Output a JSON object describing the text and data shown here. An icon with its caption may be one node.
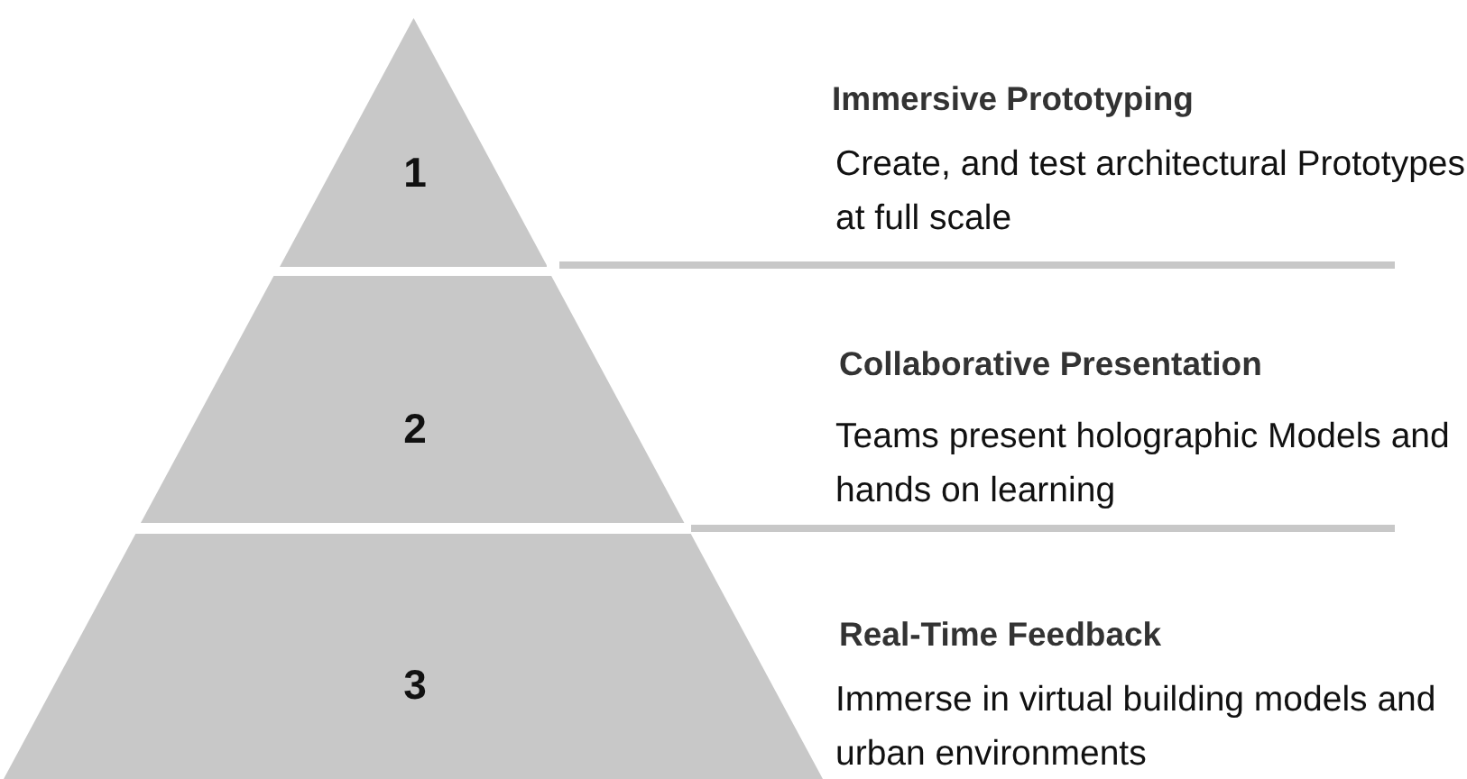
{
  "diagram": {
    "nodes": [
      {
        "text": [
          "1"
        ],
        "beside": [
          "Immersive Prototyping",
          "Create, and test architectural Prototypes at full scale"
        ]
      },
      {
        "text": [
          "2"
        ],
        "beside": [
          "Collaborative Presentation",
          "Teams present holographic Models and hands on learning"
        ]
      },
      {
        "text": [
          "3"
        ],
        "beside": [
          "Real-Time Feedback",
          "Immerse in virtual building models and urban environments"
        ]
      }
    ]
  }
}
